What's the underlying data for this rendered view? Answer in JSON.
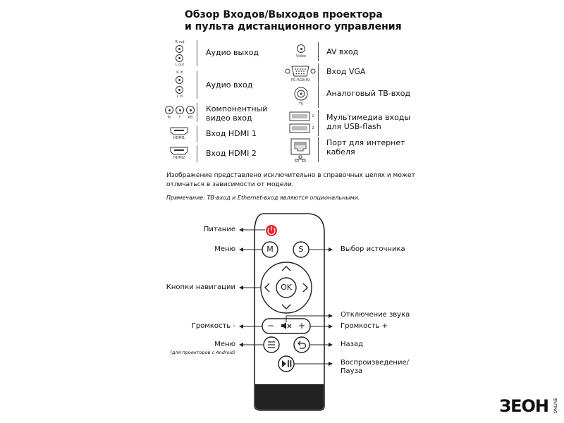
{
  "title_line1": "Обзор Входов/Выходов проектора",
  "title_line2": "и пульта дистанционного управления",
  "ports_left": [
    {
      "label": "Аудио выход",
      "icon": "rca-pair-icon",
      "small": [
        "R out",
        "L out"
      ]
    },
    {
      "label": "Аудио вход",
      "icon": "rca-pair-icon",
      "small": [
        "R in",
        "L in"
      ]
    },
    {
      "label": "Компонентный\nвидео вход",
      "icon": "component-icon",
      "small": [
        "Pr",
        "Y",
        "Pb"
      ]
    },
    {
      "label": "Вход HDMI 1",
      "icon": "hdmi-icon",
      "small": [
        "HDMI1"
      ]
    },
    {
      "label": "Вход HDMI 2",
      "icon": "hdmi-icon",
      "small": [
        "HDMI2"
      ]
    }
  ],
  "ports_right": [
    {
      "label": "AV вход",
      "icon": "av-icon",
      "small": [
        "Video"
      ]
    },
    {
      "label": "Вход VGA",
      "icon": "vga-icon",
      "small": [
        "PC-RGB IN"
      ]
    },
    {
      "label": "Аналоговый ТВ-вход",
      "icon": "tv-coax-icon",
      "small": [
        "TV"
      ]
    },
    {
      "label": "Мультимедиа входы\nдля USB-flash",
      "icon": "usb-icon",
      "small": [
        "1",
        "2"
      ]
    },
    {
      "label": "Порт для интернет\nкабеля",
      "icon": "ethernet-icon",
      "small": []
    }
  ],
  "note_line1": "Изображение представлено исключительно в справочных целях и может",
  "note_line2": "отличаться в зависимости от модели.",
  "note_italic": "Примечание: ТВ-вход и Ethernet-вход являются опциональными.",
  "remote": {
    "labels": {
      "power": "Питание",
      "menu": "Меню",
      "source": "Выбор источника",
      "nav": "Кнопки навигации",
      "mute": "Отключение звука",
      "vol_down": "Громкость -",
      "vol_up": "Громкость +",
      "menu_android": "Меню",
      "menu_android_note": "(для проекторов с Android)",
      "back": "Назад",
      "play_pause_1": "Воспроизведение/",
      "play_pause_2": "Пауза"
    },
    "buttons": {
      "m": "M",
      "s": "S",
      "ok": "OK",
      "minus": "−",
      "plus": "+"
    },
    "colors": {
      "power": "#e3242b",
      "body": "#222222"
    }
  },
  "logo": "ЗЕОН",
  "logo_sub": "ONLINE"
}
